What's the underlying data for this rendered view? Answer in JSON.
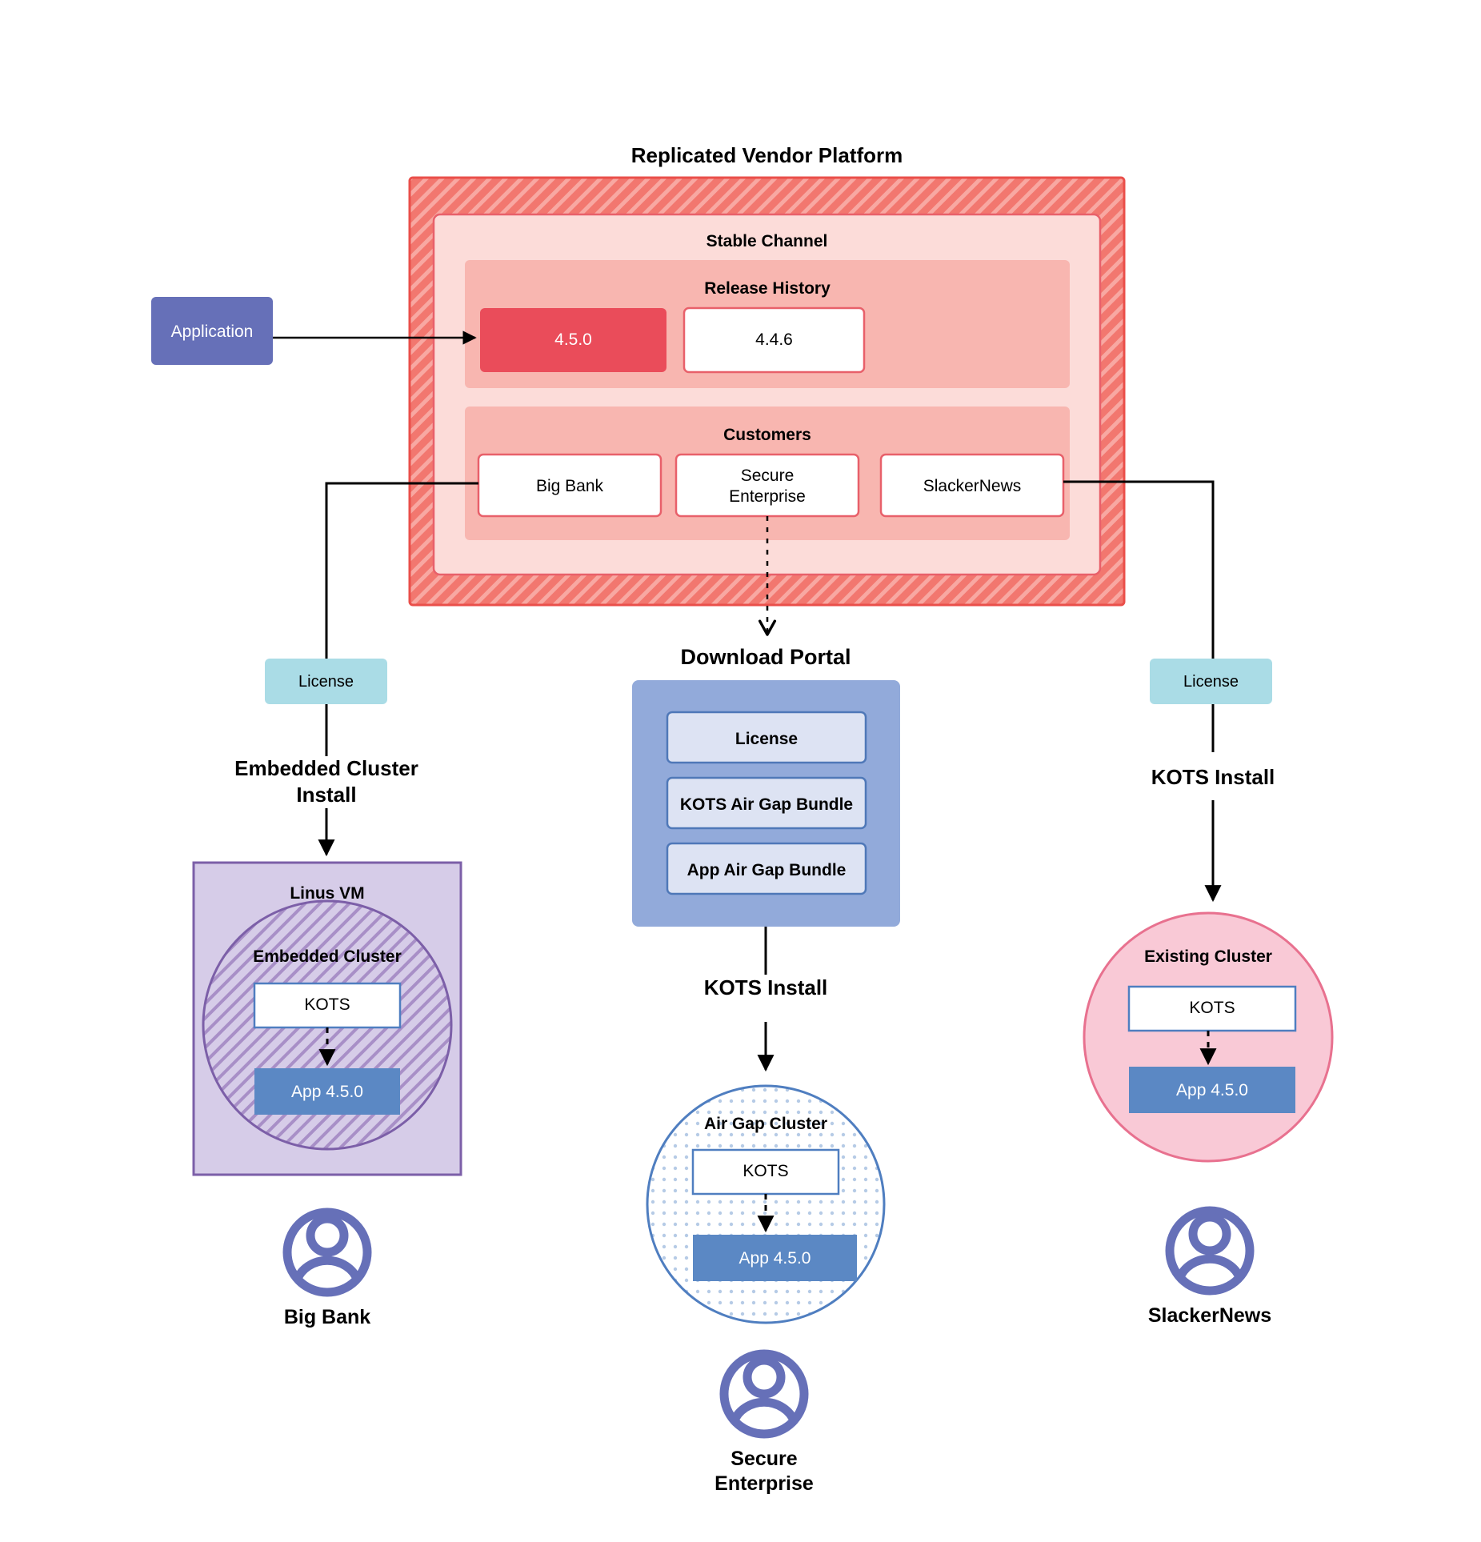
{
  "diagram": {
    "title": "Replicated Vendor Platform",
    "background": "#ffffff"
  },
  "colors": {
    "platform_fill": "#f2776f",
    "platform_hatch": "#f8a39d",
    "platform_stroke": "#ea4f4a",
    "channel_fill": "#fcdcd9",
    "release_fill": "#f8b6b0",
    "release_current_fill": "#ea4c5a",
    "customers_fill": "#f8b6b0",
    "customer_box_stroke": "#e8606a",
    "application_fill": "#6670b8",
    "license_fill": "#aadce6",
    "portal_fill": "#92aada",
    "portal_item_fill": "#dde3f3",
    "portal_item_stroke": "#4f78b8",
    "vm_fill": "#d6cce8",
    "vm_stroke": "#7c5fa8",
    "embedded_circle_stroke": "#7c5fa8",
    "airgap_stroke": "#4f7ec0",
    "existing_cluster_fill": "#f9c9d6",
    "existing_cluster_stroke": "#e8718f",
    "kots_box_fill": "#ffffff",
    "kots_box_stroke": "#4f7ec0",
    "app_box_fill": "#5b88c4",
    "avatar_color": "#6670b8",
    "connector": "#000000"
  },
  "application": {
    "label": "Application"
  },
  "platform": {
    "channel_label": "Stable Channel",
    "release_history": {
      "label": "Release History",
      "releases": [
        {
          "version": "4.5.0",
          "current": true
        },
        {
          "version": "4.4.6",
          "current": false
        }
      ]
    },
    "customers": {
      "label": "Customers",
      "items": [
        {
          "name": "Big Bank"
        },
        {
          "name": "Secure\nEnterprise"
        },
        {
          "name": "SlackerNews"
        }
      ]
    }
  },
  "branches": {
    "left": {
      "license_label": "License",
      "install_label": "Embedded Cluster\nInstall",
      "vm_label": "Linus VM",
      "cluster_label": "Embedded Cluster",
      "kots_label": "KOTS",
      "app_label": "App 4.5.0",
      "person_label": "Big Bank"
    },
    "middle": {
      "portal_title": "Download  Portal",
      "portal_items": [
        "License",
        "KOTS Air Gap Bundle",
        "App Air Gap Bundle"
      ],
      "install_label": "KOTS Install",
      "cluster_label": "Air Gap Cluster",
      "kots_label": "KOTS",
      "app_label": "App 4.5.0",
      "person_label": "Secure\nEnterprise"
    },
    "right": {
      "license_label": "License",
      "install_label": "KOTS Install",
      "cluster_label": "Existing Cluster",
      "kots_label": "KOTS",
      "app_label": "App 4.5.0",
      "person_label": "SlackerNews"
    }
  }
}
